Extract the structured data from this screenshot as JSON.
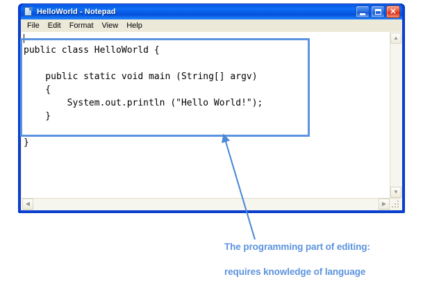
{
  "window": {
    "title": "HelloWorld - Notepad",
    "icon": "notepad-document-icon",
    "controls": {
      "minimize_label": "_",
      "maximize_label": "",
      "close_label": "✕"
    },
    "menu": [
      {
        "label": "File"
      },
      {
        "label": "Edit"
      },
      {
        "label": "Format"
      },
      {
        "label": "View"
      },
      {
        "label": "Help"
      }
    ],
    "editor": {
      "code": "public class HelloWorld {\n\n    public static void main (String[] argv)\n    {\n        System.out.println (\"Hello World!\");\n    }\n\n}",
      "lines": [
        "public class HelloWorld {",
        "",
        "    public static void main (String[] argv)",
        "    {",
        "        System.out.println (\"Hello World!\");",
        "    }",
        "",
        "}"
      ]
    },
    "scrollbars": {
      "vertical_up": "▲",
      "vertical_down": "▼",
      "horizontal_left": "◀",
      "horizontal_right": "▶"
    }
  },
  "annotation": {
    "highlight_color": "#5b93de",
    "caption_color": "#5b93de",
    "caption_line_1": "The programming part of editing:",
    "caption_line_2": "requires knowledge of language"
  },
  "colors": {
    "titlebar_blue": "#0a5de8",
    "window_frame": "#0a3fd4",
    "client_beige": "#ece9d8",
    "close_red": "#d5331c"
  }
}
